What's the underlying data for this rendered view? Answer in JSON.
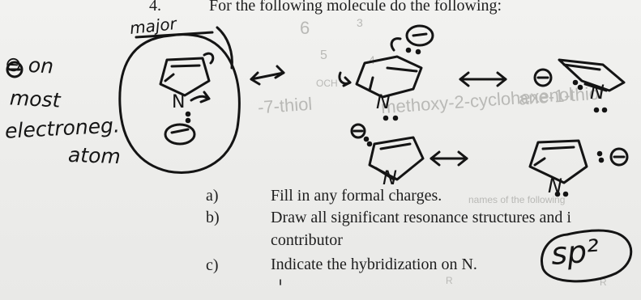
{
  "question": {
    "number": "4.",
    "prompt": "For the following molecule do the following:"
  },
  "tasks": [
    {
      "letter": "a)",
      "text": "Fill in any formal charges."
    },
    {
      "letter": "b)",
      "text": "Draw all significant resonance structures and i",
      "continuation": "contributor"
    },
    {
      "letter": "c)",
      "text": "Indicate the hybridization on N."
    }
  ],
  "handwriting": {
    "major": "major",
    "note_lines": [
      "⊖ on",
      "most",
      "electroneg.",
      "atom"
    ],
    "answer": "sp²"
  },
  "molecule": {
    "atom_label": "N"
  },
  "bleed_through": {
    "fragments": [
      "6",
      "5",
      "OCH",
      "4",
      "3",
      "methoxy-2-cyclohexenol",
      "-7-thiol",
      "ane-1-thiol",
      "names of the following",
      "R",
      "R"
    ]
  },
  "ink_color": "#141414"
}
